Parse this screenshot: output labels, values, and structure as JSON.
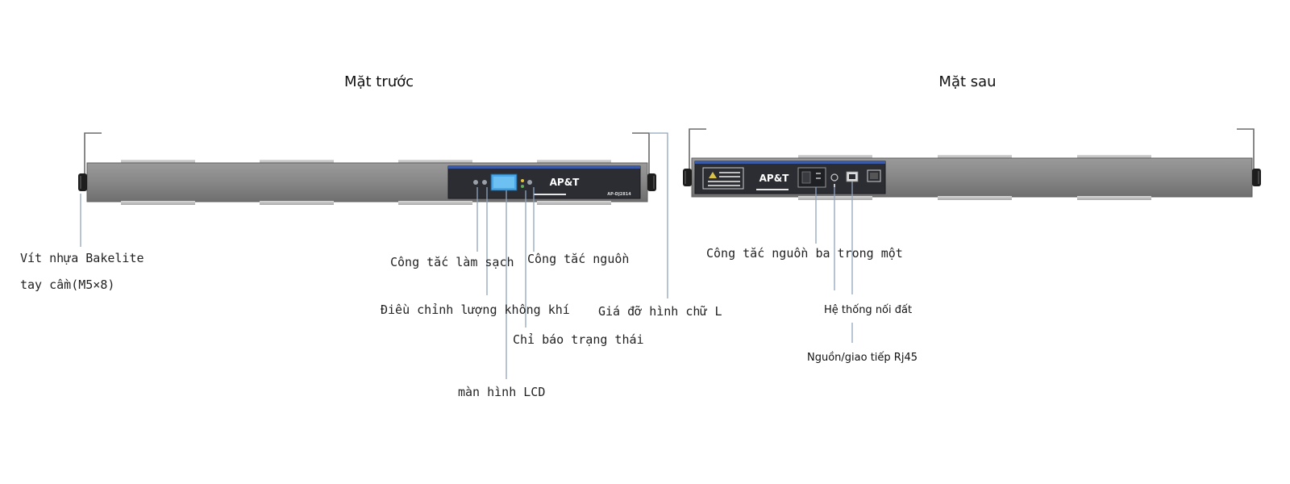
{
  "front": {
    "title": "Mặt trước",
    "brand": "AP&T",
    "model": "AP-DJ2814"
  },
  "back": {
    "title": "Mặt sau",
    "brand": "AP&T"
  },
  "labels": {
    "bakelite_line1": "Vít nhựa Bakelite",
    "bakelite_line2": "tay cầm(M5×8)",
    "clean_switch": "Công tắc làm sạch",
    "power_switch": "Công tắc nguồn",
    "air_adjust": "Điều chỉnh lượng không khí",
    "l_bracket": "Giá đỡ hình chữ L",
    "status_indicator": "Chỉ báo trạng thái",
    "lcd_screen": "màn hình LCD",
    "three_in_one_switch": "Công tắc nguồn ba trong một",
    "grounding": "Hệ thống nối đất",
    "rj45": "Nguồn/giao tiếp Rj45"
  },
  "colors": {
    "bar_body": "#8a8a8a",
    "panel": "#2b2d33",
    "panel_accent": "#3a5aa8",
    "lcd": "#4aa8e8",
    "leader": "#8ea3bd"
  },
  "icons": {
    "knob": "bakelite-knob-icon",
    "lcd": "lcd-screen-icon",
    "power": "power-socket-icon",
    "ground": "ground-symbol-icon",
    "rj45": "rj45-port-icon",
    "warning": "warning-label-icon"
  }
}
